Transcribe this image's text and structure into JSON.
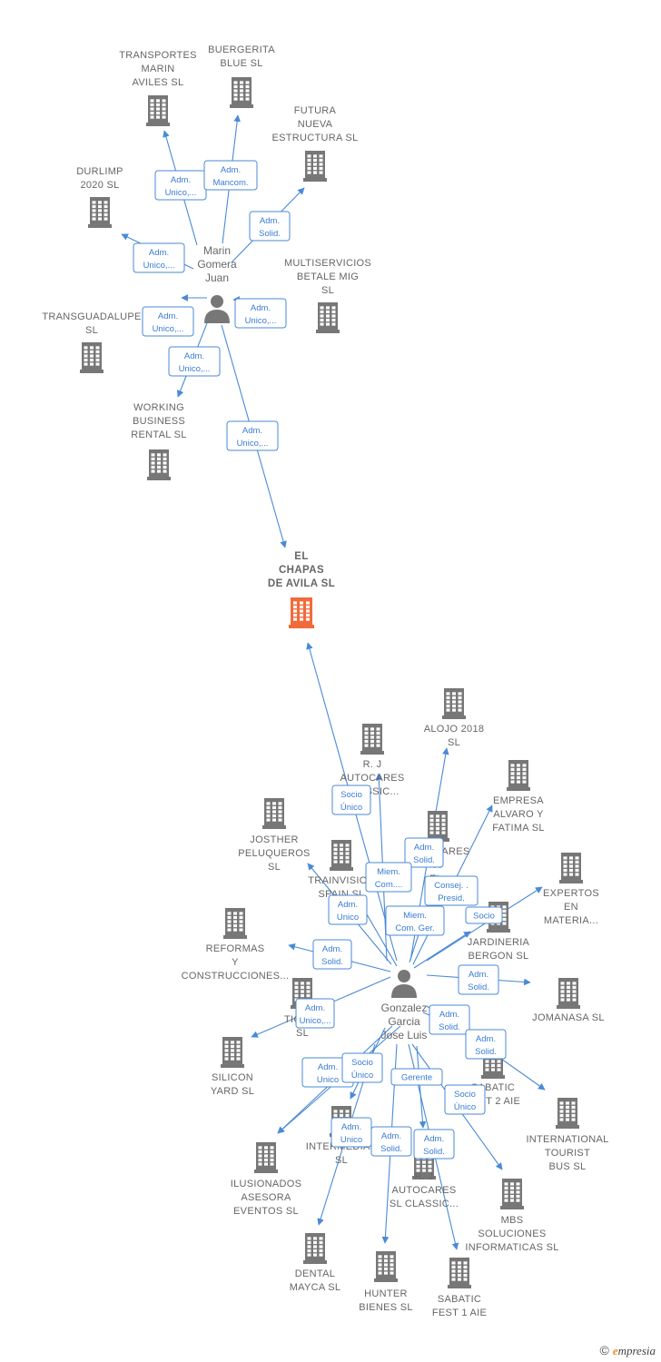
{
  "colors": {
    "edge": "#4a8ad6",
    "node": "#777777",
    "main_node": "#f26a3a",
    "label_border": "#4a8ad6"
  },
  "nodes": [
    {
      "id": "transportes",
      "label": [
        "TRANSPORTES",
        "MARIN",
        "AVILES  SL"
      ],
      "type": "company"
    },
    {
      "id": "buergerita",
      "label": [
        "BUERGERITA",
        "BLUE SL"
      ],
      "type": "company"
    },
    {
      "id": "futura",
      "label": [
        "FUTURA",
        "NUEVA",
        "ESTRUCTURA SL"
      ],
      "type": "company"
    },
    {
      "id": "durlimp",
      "label": [
        "DURLIMP",
        "2020  SL"
      ],
      "type": "company"
    },
    {
      "id": "multiservicios",
      "label": [
        "MULTISERVICIOS",
        "BETALE MIG",
        "SL"
      ],
      "type": "company"
    },
    {
      "id": "transguadalupe",
      "label": [
        "TRANSGUADALUPE",
        "SL"
      ],
      "type": "company"
    },
    {
      "id": "working",
      "label": [
        "WORKING",
        "BUSINESS",
        "RENTAL  SL"
      ],
      "type": "company"
    },
    {
      "id": "marin",
      "label": [
        "Marin",
        "Gomera",
        "Juan"
      ],
      "type": "person"
    },
    {
      "id": "elchapas",
      "label": [
        "EL",
        "CHAPAS",
        "DE AVILA  SL"
      ],
      "type": "main"
    },
    {
      "id": "alojo",
      "label": [
        "ALOJO 2018",
        "SL"
      ],
      "type": "company"
    },
    {
      "id": "rj1",
      "label": [
        "R. J",
        "AUTOCARES",
        "CLASSIC..."
      ],
      "type": "company"
    },
    {
      "id": "empresa",
      "label": [
        "EMPRESA",
        "ALVARO Y",
        "FATIMA SL"
      ],
      "type": "company"
    },
    {
      "id": "josther",
      "label": [
        "JOSTHER",
        "PELUQUEROS",
        "SL"
      ],
      "type": "company"
    },
    {
      "id": "autocares",
      "label": [
        "AUTOCARES",
        "A",
        "E..."
      ],
      "type": "company"
    },
    {
      "id": "trainvision",
      "label": [
        "TRAINVISION",
        "SPAIN  SL"
      ],
      "type": "company"
    },
    {
      "id": "expertos",
      "label": [
        "EXPERTOS",
        "EN",
        "MATERIA..."
      ],
      "type": "company"
    },
    {
      "id": "jardineria",
      "label": [
        "JARDINERIA",
        "BERGON  SL"
      ],
      "type": "company"
    },
    {
      "id": "reformas",
      "label": [
        "REFORMAS",
        "Y",
        "CONSTRUCCIONES..."
      ],
      "type": "company"
    },
    {
      "id": "jomanasa",
      "label": [
        "JOMANASA SL"
      ],
      "type": "company"
    },
    {
      "id": "tic",
      "label": [
        "TIC LIN",
        "SL"
      ],
      "type": "company"
    },
    {
      "id": "gonzalez",
      "label": [
        "Gonzalez",
        "Garcia",
        "Jose Luis"
      ],
      "type": "person"
    },
    {
      "id": "silicon",
      "label": [
        "SILICON",
        "YARD  SL"
      ],
      "type": "company"
    },
    {
      "id": "sabatic2",
      "label": [
        "SABATIC",
        "FEST 2 AIE"
      ],
      "type": "company"
    },
    {
      "id": "international",
      "label": [
        "INTERNATIONAL",
        "TOURIST",
        "BUS SL"
      ],
      "type": "company"
    },
    {
      "id": "intermedias",
      "label": [
        "INTERMEDIAS",
        "SL"
      ],
      "type": "company"
    },
    {
      "id": "ilusionados",
      "label": [
        "ILUSIONADOS",
        "ASESORA",
        "EVENTOS SL"
      ],
      "type": "company"
    },
    {
      "id": "rj2",
      "label": [
        "R. J",
        "AUTOCARES",
        "SL CLASSIC..."
      ],
      "type": "company"
    },
    {
      "id": "mbs",
      "label": [
        "MBS",
        "SOLUCIONES",
        "INFORMATICAS SL"
      ],
      "type": "company"
    },
    {
      "id": "dental",
      "label": [
        "DENTAL",
        "MAYCA SL"
      ],
      "type": "company"
    },
    {
      "id": "hunter",
      "label": [
        "HUNTER",
        "BIENES SL"
      ],
      "type": "company"
    },
    {
      "id": "sabatic1",
      "label": [
        "SABATIC",
        "FEST 1 AIE"
      ],
      "type": "company"
    }
  ],
  "edges": [
    {
      "from": "marin",
      "to": "transportes",
      "label": [
        "Adm.",
        "Unico,..."
      ]
    },
    {
      "from": "marin",
      "to": "buergerita",
      "label": [
        "Adm.",
        "Mancom."
      ]
    },
    {
      "from": "marin",
      "to": "futura",
      "label": [
        "Adm.",
        "Solid."
      ]
    },
    {
      "from": "marin",
      "to": "durlimp",
      "label": [
        "Adm.",
        "Unico,..."
      ]
    },
    {
      "from": "marin",
      "to": "multiservicios",
      "label": [
        "Adm.",
        "Unico,..."
      ]
    },
    {
      "from": "marin",
      "to": "transguadalupe",
      "label": [
        "Adm.",
        "Unico,..."
      ]
    },
    {
      "from": "marin",
      "to": "working",
      "label": [
        "Adm.",
        "Unico,..."
      ]
    },
    {
      "from": "marin",
      "to": "elchapas",
      "label": [
        "Adm.",
        "Unico,..."
      ]
    },
    {
      "from": "gonzalez",
      "to": "elchapas",
      "label": [
        "Socio",
        "Único"
      ]
    },
    {
      "from": "gonzalez",
      "to": "alojo",
      "label": [
        "Adm.",
        "Solid."
      ]
    },
    {
      "from": "gonzalez",
      "to": "rj1",
      "label": []
    },
    {
      "from": "gonzalez",
      "to": "empresa",
      "label": [
        "Consej. .",
        "Presid."
      ]
    },
    {
      "from": "gonzalez",
      "to": "josther",
      "label": [
        "Miem.",
        "Com...."
      ]
    },
    {
      "from": "gonzalez",
      "to": "autocares",
      "label": []
    },
    {
      "from": "gonzalez",
      "to": "trainvision",
      "label": [
        "Adm.",
        "Unico"
      ]
    },
    {
      "from": "gonzalez",
      "to": "expertos",
      "label": [
        "Socio"
      ]
    },
    {
      "from": "gonzalez",
      "to": "jardineria",
      "label": [
        "Miem.",
        "Com. Ger."
      ]
    },
    {
      "from": "gonzalez",
      "to": "reformas",
      "label": [
        "Adm.",
        "Solid."
      ]
    },
    {
      "from": "gonzalez",
      "to": "jomanasa",
      "label": [
        "Adm.",
        "Solid."
      ]
    },
    {
      "from": "gonzalez",
      "to": "tic",
      "label": [
        "Adm.",
        "Unico,..."
      ]
    },
    {
      "from": "gonzalez",
      "to": "silicon",
      "label": [
        "Adm.",
        "Unico"
      ]
    },
    {
      "from": "gonzalez",
      "to": "sabatic2",
      "label": [
        "Adm.",
        "Solid."
      ]
    },
    {
      "from": "gonzalez",
      "to": "international",
      "label": [
        "Adm.",
        "Solid."
      ]
    },
    {
      "from": "gonzalez",
      "to": "intermedias",
      "label": [
        "Socio",
        "Único"
      ]
    },
    {
      "from": "gonzalez",
      "to": "ilusionados",
      "label": [
        "Adm.",
        "Unico,..."
      ]
    },
    {
      "from": "gonzalez",
      "to": "rj2",
      "label": [
        "Gerente"
      ]
    },
    {
      "from": "gonzalez",
      "to": "mbs",
      "label": [
        "Socio",
        "Único"
      ]
    },
    {
      "from": "gonzalez",
      "to": "dental",
      "label": [
        "Adm.",
        "Unico"
      ]
    },
    {
      "from": "gonzalez",
      "to": "hunter",
      "label": [
        "Adm.",
        "Solid."
      ]
    },
    {
      "from": "gonzalez",
      "to": "sabatic1",
      "label": [
        "Adm.",
        "Solid."
      ]
    }
  ],
  "footer": {
    "copyright": "©",
    "brand_initial": "e",
    "brand_rest": "mpresia"
  }
}
